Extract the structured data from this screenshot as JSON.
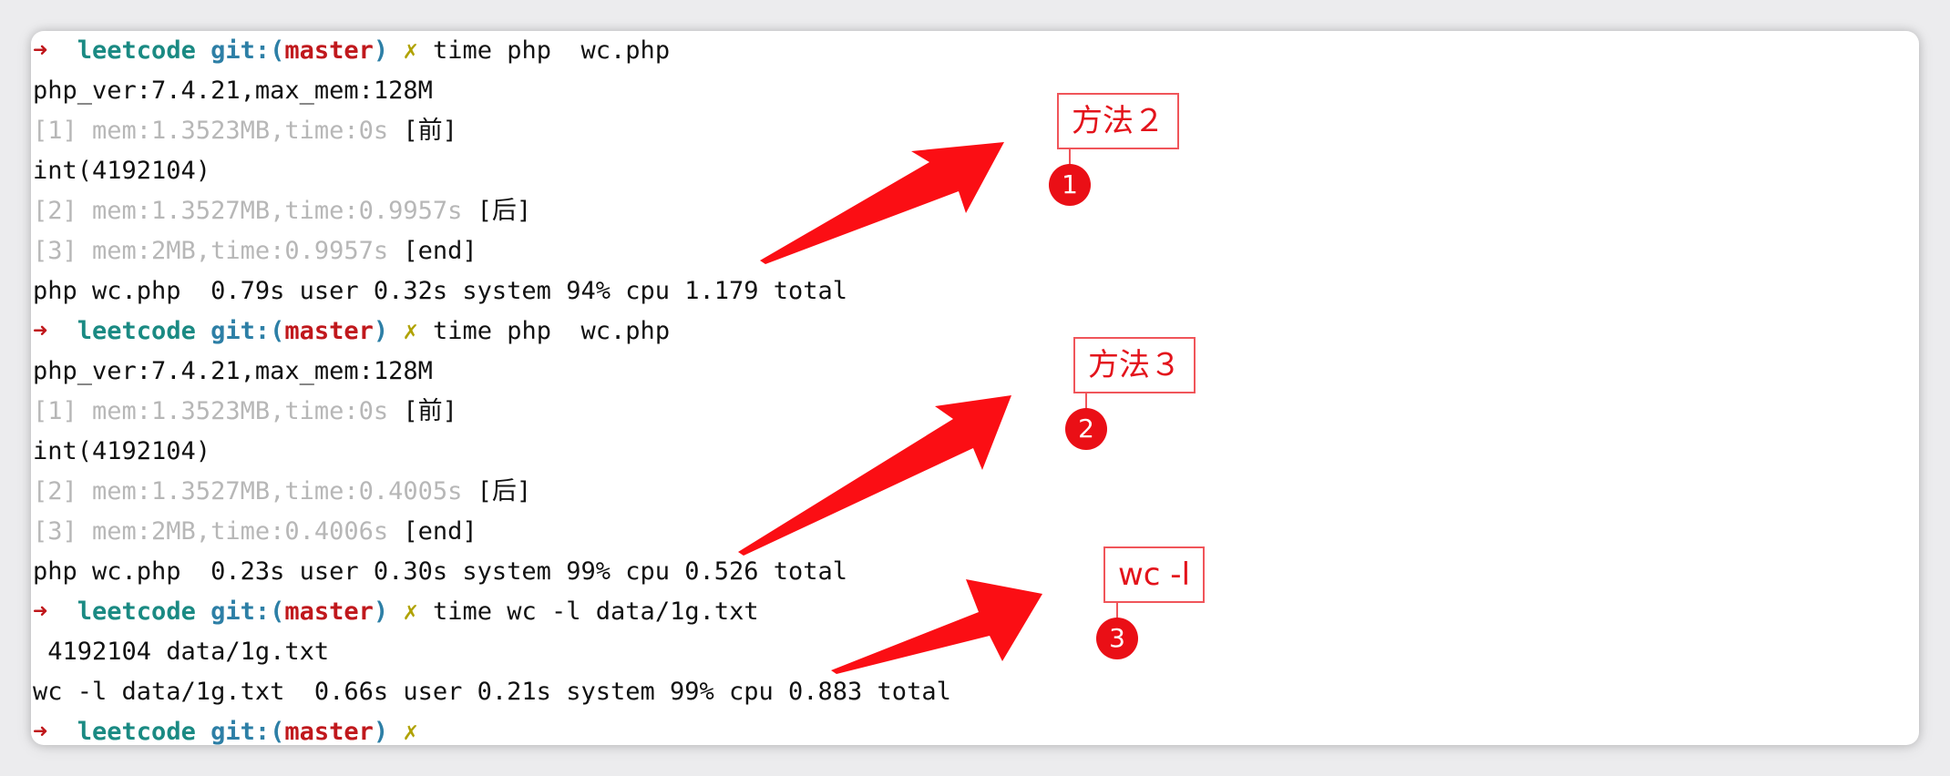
{
  "prompt": {
    "arrow": "➜",
    "dir": "leetcode",
    "git_prefix": "git:(",
    "branch": "master",
    "git_suffix": ")",
    "dirty": "✗"
  },
  "blocks": [
    {
      "command": "time php  wc.php",
      "output": [
        {
          "text": "php_ver:7.4.21,max_mem:128M",
          "dim": ""
        },
        {
          "dim": "[1] mem:1.3523MB,time:0s",
          "text": " [前]"
        },
        {
          "text": "int(4192104)",
          "dim": ""
        },
        {
          "dim": "[2] mem:1.3527MB,time:0.9957s",
          "text": " [后]"
        },
        {
          "dim": "[3] mem:2MB,time:0.9957s",
          "text": " [end]"
        },
        {
          "text": "php wc.php  0.79s user 0.32s system 94% cpu 1.179 total",
          "dim": ""
        }
      ]
    },
    {
      "command": "time php  wc.php",
      "output": [
        {
          "text": "php_ver:7.4.21,max_mem:128M",
          "dim": ""
        },
        {
          "dim": "[1] mem:1.3523MB,time:0s",
          "text": " [前]"
        },
        {
          "text": "int(4192104)",
          "dim": ""
        },
        {
          "dim": "[2] mem:1.3527MB,time:0.4005s",
          "text": " [后]"
        },
        {
          "dim": "[3] mem:2MB,time:0.4006s",
          "text": " [end]"
        },
        {
          "text": "php wc.php  0.23s user 0.30s system 99% cpu 0.526 total",
          "dim": ""
        }
      ]
    },
    {
      "command": "time wc -l data/1g.txt",
      "output": [
        {
          "text": " 4192104 data/1g.txt",
          "dim": ""
        },
        {
          "text": "wc -l data/1g.txt  0.66s user 0.21s system 99% cpu 0.883 total",
          "dim": ""
        }
      ]
    }
  ],
  "annotations": [
    {
      "label": "方法２",
      "number": "1"
    },
    {
      "label": "方法３",
      "number": "2"
    },
    {
      "label": "wc -l",
      "number": "3"
    }
  ],
  "colors": {
    "prompt_arrow": "#c0181c",
    "dir": "#1a8a83",
    "git": "#2d7fa6",
    "branch": "#c0181c",
    "dirty": "#b0a200",
    "dim_text": "#b7b7b7",
    "annotation_red": "#ea0f16"
  }
}
